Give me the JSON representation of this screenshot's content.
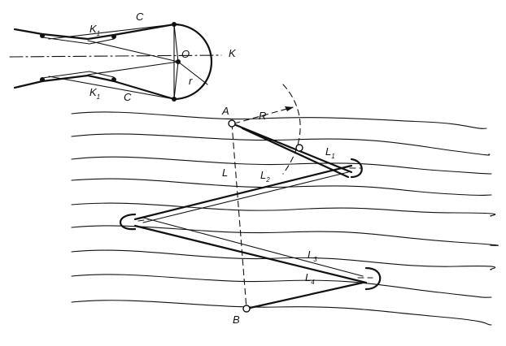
{
  "labels": {
    "K1_top": "K",
    "K1_top_sub": "1",
    "C_top": "C",
    "O": "O",
    "K": "K",
    "r": "r",
    "K1_bottom": "K",
    "K1_bottom_sub": "1",
    "C_bottom": "C",
    "A": "A",
    "R": "R",
    "L1": "L",
    "L1_sub": "1",
    "L": "L",
    "L2": "L",
    "L2_sub": "2",
    "L3": "L",
    "L3_sub": "3",
    "L4": "L",
    "L4_sub": "4",
    "B": "B"
  },
  "colors": {
    "ink": "#111111",
    "background": "#ffffff"
  }
}
